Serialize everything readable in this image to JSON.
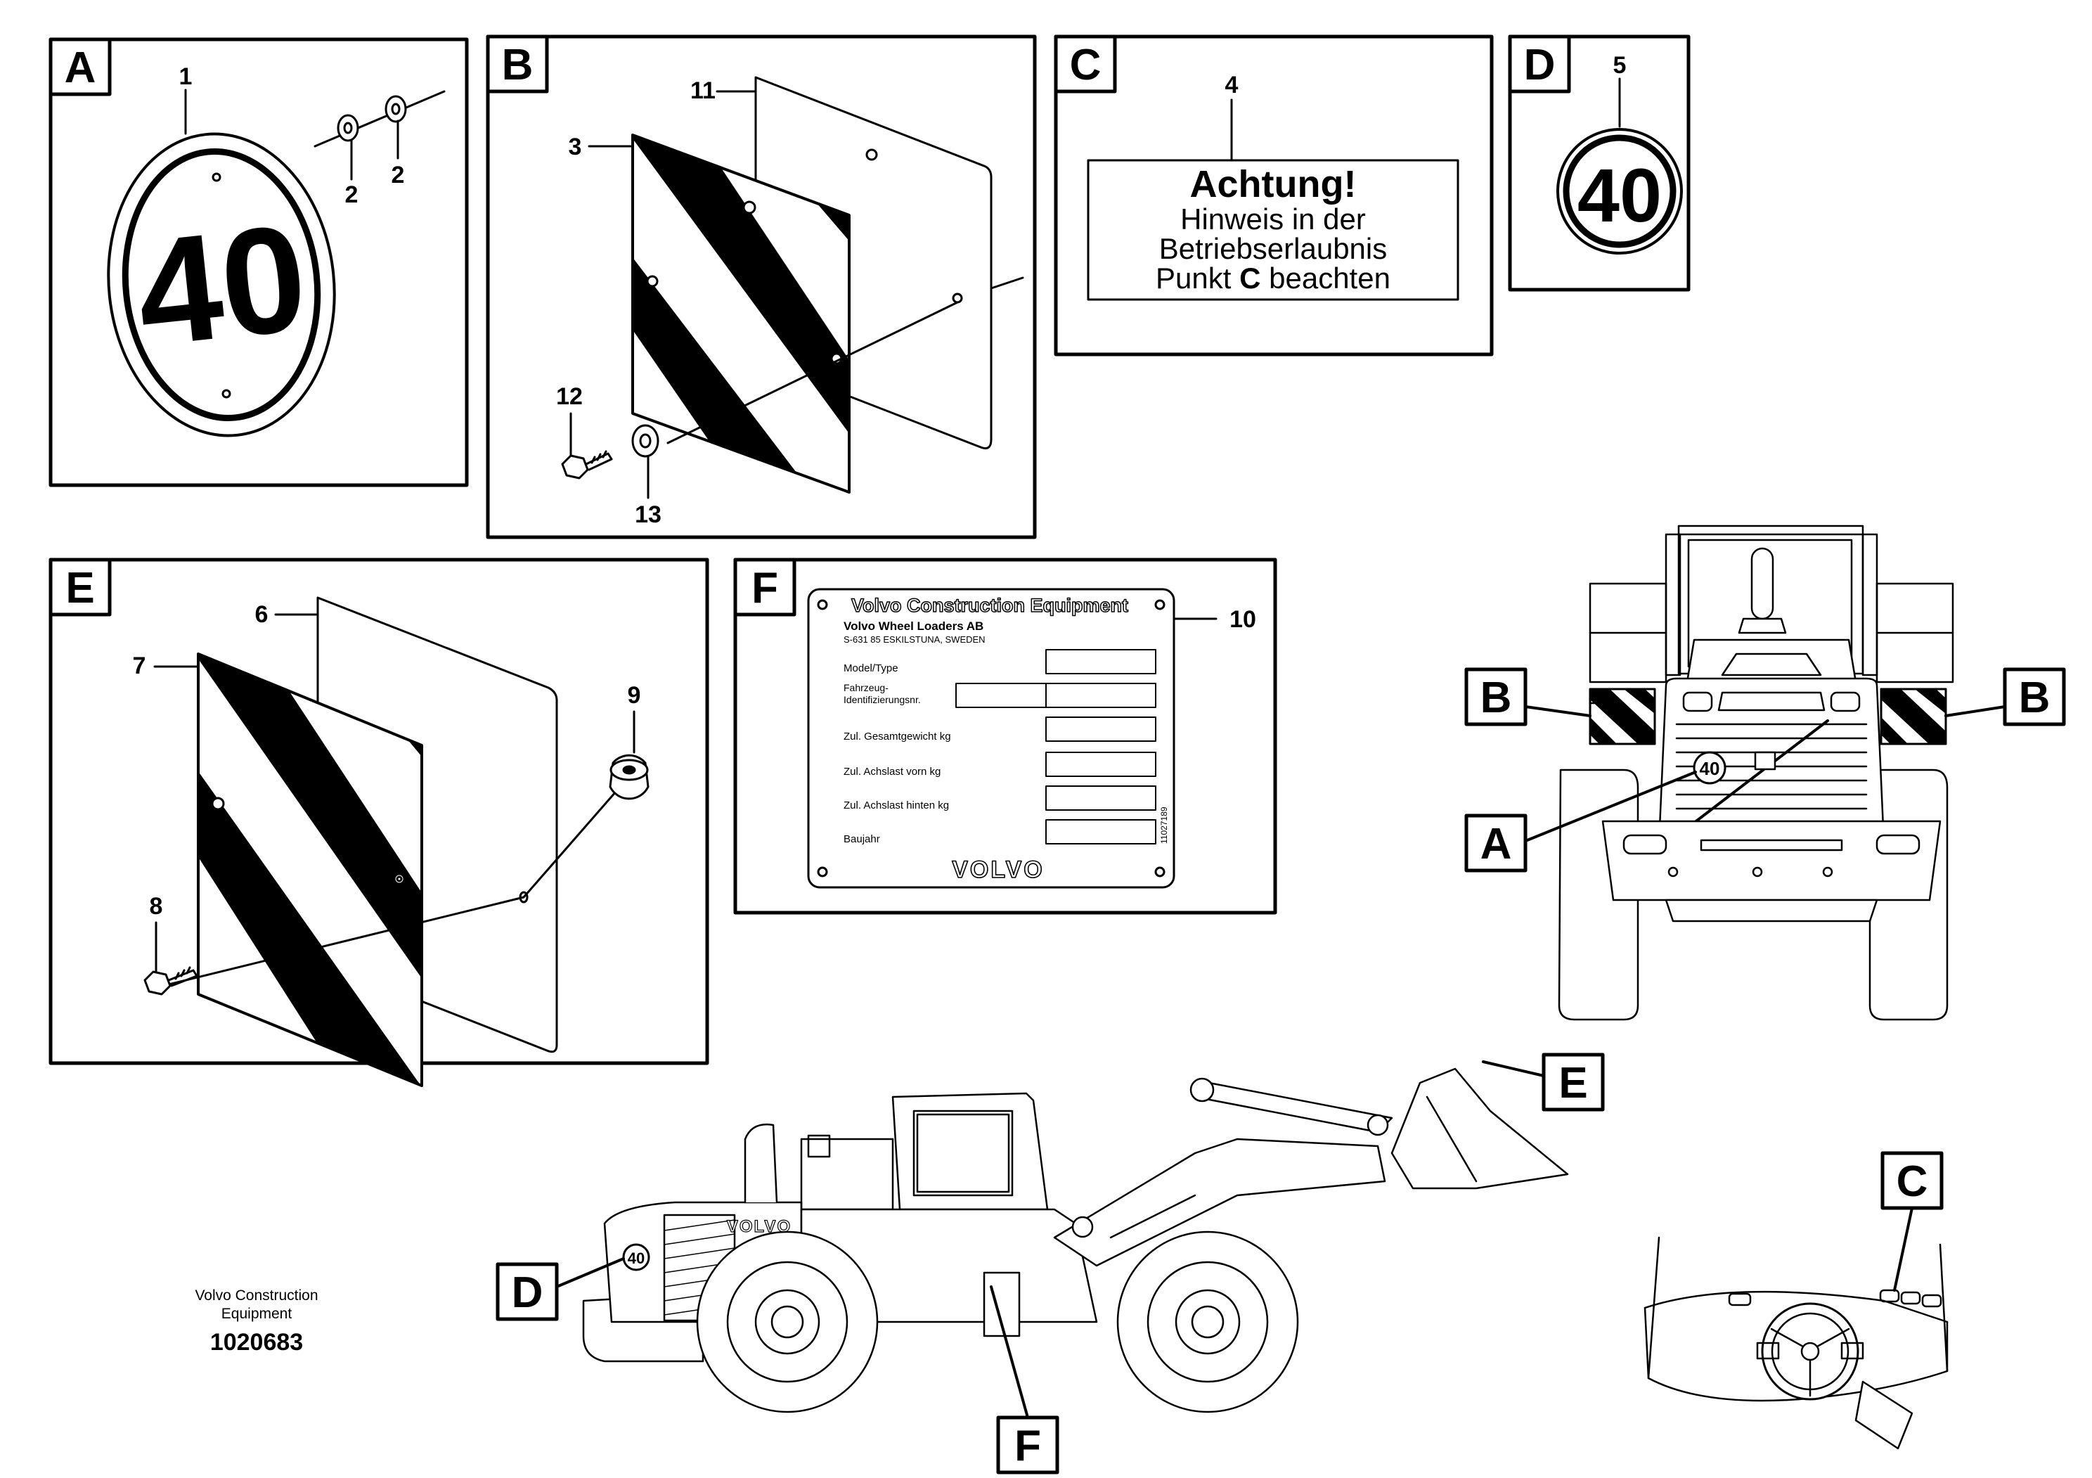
{
  "panels": {
    "A": {
      "letter": "A",
      "sign_text": "40",
      "callouts": [
        "1",
        "2",
        "2"
      ]
    },
    "B": {
      "letter": "B",
      "callouts": [
        "11",
        "3",
        "12",
        "13"
      ]
    },
    "C": {
      "letter": "C",
      "callout": "4",
      "label_title": "Achtung!",
      "label_line1": "Hinweis in der",
      "label_line2": "Betriebserlaubnis",
      "label_line3_pre": "Punkt ",
      "label_line3_bold": "C",
      "label_line3_post": " beachten"
    },
    "D": {
      "letter": "D",
      "callout": "5",
      "sign_text": "40"
    },
    "E": {
      "letter": "E",
      "callouts": [
        "6",
        "7",
        "8",
        "9"
      ]
    },
    "F": {
      "letter": "F",
      "callout": "10",
      "plate": {
        "header": "Volvo Construction Equipment",
        "company": "Volvo Wheel Loaders AB",
        "address": "S-631 85   ESKILSTUNA,  SWEDEN",
        "fields": [
          "Model/Type",
          "Fahrzeug-",
          "Identifizierungsnr.",
          "Zul. Gesamtgewicht kg",
          "Zul. Achslast vorn kg",
          "Zul. Achslast hinten kg",
          "Baujahr"
        ],
        "side_code": "11027189",
        "brand": "VOLVO"
      }
    }
  },
  "machine_views": {
    "front_labels": [
      "B",
      "B",
      "A"
    ],
    "front_sign": "40",
    "side_labels": [
      "E",
      "D",
      "F"
    ],
    "side_sign": "40",
    "side_brand": "VOLVO",
    "cab_label": "C"
  },
  "footer": {
    "caption_line1": "Volvo Construction",
    "caption_line2": "Equipment",
    "illustration_id": "1020683"
  }
}
